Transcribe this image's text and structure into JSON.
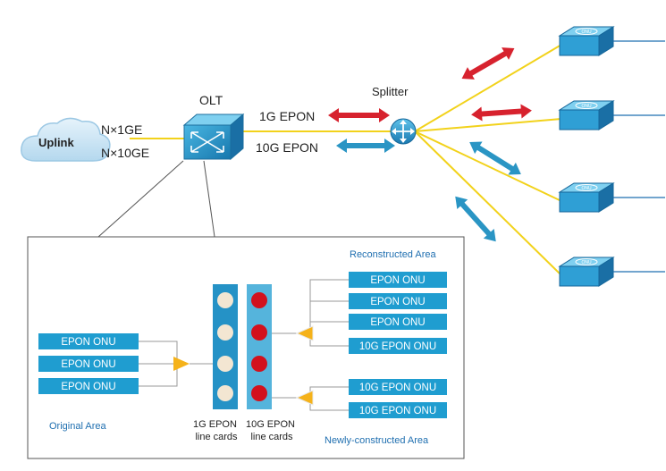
{
  "network": {
    "uplink_label": "Uplink",
    "link_1ge": "N×1GE",
    "link_10ge": "N×10GE",
    "olt_label": "OLT",
    "splitter_label": "Splitter",
    "epon_1g_label": "1G EPON",
    "epon_10g_label": "10G EPON",
    "onu_device_text": [
      "ONU",
      "ONU",
      "ONU",
      "ONU"
    ]
  },
  "detail": {
    "reconstructed_area": "Reconstructed Area",
    "original_area": "Original Area",
    "newly_constructed_area": "Newly-constructed Area",
    "original_onus": [
      "EPON ONU",
      "EPON ONU",
      "EPON ONU"
    ],
    "reconstructed_onus": [
      "EPON ONU",
      "EPON ONU",
      "EPON ONU",
      "10G EPON ONU"
    ],
    "new_onus": [
      "10G EPON ONU",
      "10G EPON ONU"
    ],
    "card_1g": [
      "1G EPON",
      "line cards"
    ],
    "card_10g": [
      "10G EPON",
      "line cards"
    ]
  },
  "colors": {
    "accent_blue": "#1f9dd0",
    "fiber_yellow": "#f2d21b",
    "arrow_red": "#d7222e",
    "arrow_blue": "#2a95c4",
    "port_cream": "#f3e6d2",
    "port_red": "#d2111d",
    "label_blue": "#1f6fb0",
    "triangle_yellow": "#f5b21a"
  }
}
